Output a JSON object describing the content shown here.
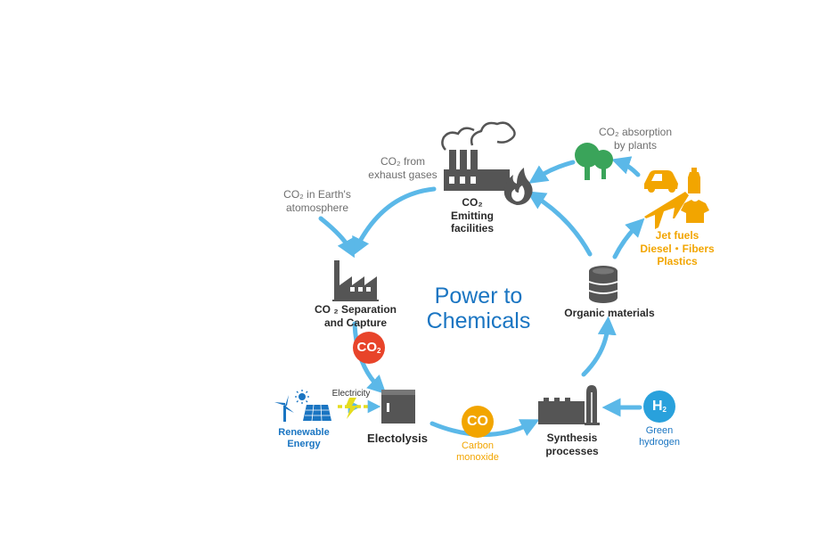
{
  "title": "Power to Chemicals",
  "nodes": {
    "emitting": {
      "line1": "CO₂",
      "line2": "Emitting",
      "line3": "facilities"
    },
    "separation": {
      "line1": "CO ₂  Separation",
      "line2": "and Capture"
    },
    "electrolysis": "Electolysis",
    "synthesis": {
      "line1": "Synthesis",
      "line2": "processes"
    },
    "organic": "Organic materials",
    "products": {
      "line1": "Jet fuels",
      "line2": "Diesel・Fibers",
      "line3": "Plastics"
    }
  },
  "sources": {
    "exhaust": {
      "co2": "CO₂",
      "line1": " from",
      "line2": "exhaust gases"
    },
    "atmosphere": {
      "co2": "CO₂",
      "line1": " in Earth's",
      "line2": "atomosphere"
    },
    "plants": {
      "co2": "CO₂",
      "line1": " absorption",
      "line2": "by plants"
    }
  },
  "badges": {
    "co2": {
      "main": "CO",
      "sub": "2"
    },
    "co": "CO",
    "h2": {
      "main": "H",
      "sub": "2"
    }
  },
  "side_labels": {
    "electricity": "Electricity",
    "renewable": {
      "line1": "Renewable",
      "line2": "Energy"
    },
    "carbon_monoxide": {
      "line1": "Carbon",
      "line2": "monoxide"
    },
    "green_hydrogen": {
      "line1": "Green",
      "line2": "hydrogen"
    }
  },
  "colors": {
    "arrow": "#5bb8e8",
    "co2_badge": "#e8442a",
    "co_badge": "#f2a500",
    "h2_badge": "#29a1dc",
    "title": "#1a75c2",
    "icon_gray": "#555555",
    "tree": "#3aa45a",
    "product": "#f2a500",
    "electricity": "#e5dc1e"
  }
}
